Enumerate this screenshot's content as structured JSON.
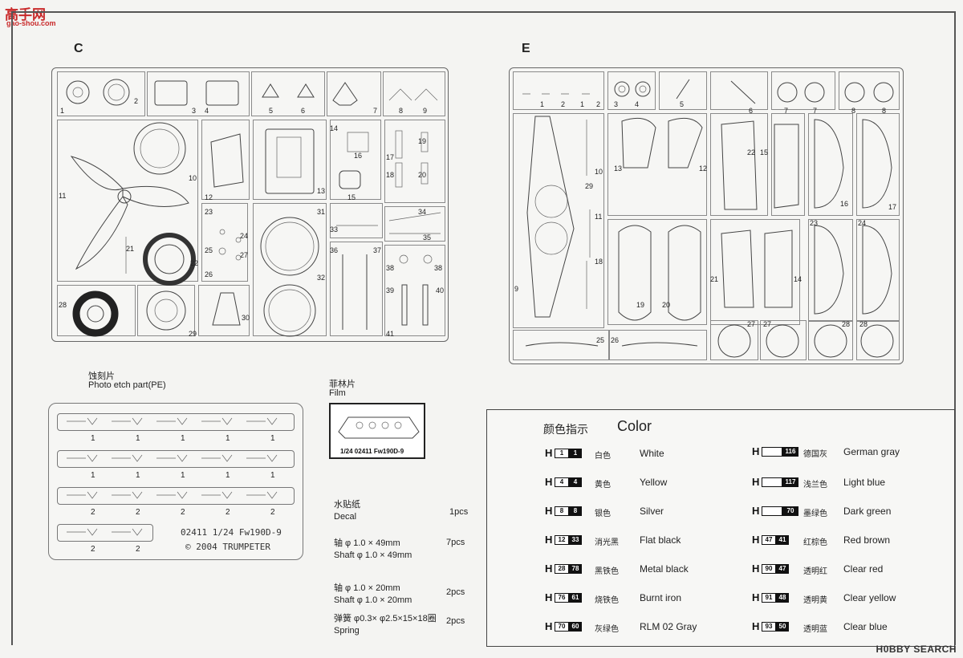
{
  "watermark": {
    "logo": "高手网",
    "url": "gao-shou.com"
  },
  "section_c": {
    "letter": "C",
    "part_numbers": [
      "1",
      "2",
      "3",
      "4",
      "5",
      "6",
      "7",
      "8",
      "9",
      "10",
      "11",
      "12",
      "13",
      "14",
      "15",
      "16",
      "17",
      "18",
      "19",
      "20",
      "21",
      "22",
      "23",
      "24",
      "25",
      "26",
      "27",
      "28",
      "29",
      "30",
      "31",
      "32",
      "33",
      "34",
      "35",
      "36",
      "37",
      "38",
      "38",
      "39",
      "40",
      "41"
    ]
  },
  "section_e": {
    "letter": "E",
    "part_numbers": [
      "1",
      "1",
      "2",
      "2",
      "3",
      "4",
      "5",
      "6",
      "7",
      "7",
      "8",
      "8",
      "9",
      "10",
      "11",
      "12",
      "13",
      "14",
      "15",
      "16",
      "17",
      "18",
      "19",
      "20",
      "21",
      "22",
      "23",
      "24",
      "25",
      "26",
      "27",
      "27",
      "28",
      "28",
      "29"
    ]
  },
  "photo_etch": {
    "title_cn": "蚀刻片",
    "title_en": "Photo etch part(PE)",
    "row_numbers": [
      [
        "1",
        "1",
        "1",
        "1",
        "1"
      ],
      [
        "1",
        "1",
        "1",
        "1",
        "1"
      ],
      [
        "2",
        "2",
        "2",
        "2",
        "2"
      ],
      [
        "2",
        "2"
      ]
    ],
    "stamp_line1": "02411  1/24  Fw190D-9",
    "stamp_line2": "© 2004 TRUMPETER"
  },
  "film": {
    "title_cn": "菲林片",
    "title_en": "Film",
    "label": "1/24   02411   Fw190D-9"
  },
  "accessories": [
    {
      "cn": "水贴纸",
      "en": "Decal",
      "qty": "1pcs"
    },
    {
      "cn": "轴 φ 1.0 × 49mm",
      "en": "Shaft φ 1.0 × 49mm",
      "qty": "7pcs"
    },
    {
      "cn": "轴 φ 1.0 × 20mm",
      "en": "Shaft φ 1.0 × 20mm",
      "qty": "2pcs"
    },
    {
      "cn": "弹簧 φ0.3× φ2.5×15×18圈",
      "en": "Spring",
      "qty": "2pcs"
    }
  ],
  "color": {
    "title_cn": "颜色指示",
    "title_en": "Color",
    "prefix": "H",
    "left": [
      {
        "c1": "1",
        "c2": "1",
        "cn": "白色",
        "en": "White"
      },
      {
        "c1": "4",
        "c2": "4",
        "cn": "黄色",
        "en": "Yellow"
      },
      {
        "c1": "8",
        "c2": "8",
        "cn": "银色",
        "en": "Silver"
      },
      {
        "c1": "12",
        "c2": "33",
        "cn": "消光黑",
        "en": "Flat black"
      },
      {
        "c1": "28",
        "c2": "78",
        "cn": "黑铁色",
        "en": "Metal black"
      },
      {
        "c1": "76",
        "c2": "61",
        "cn": "烧铁色",
        "en": "Burnt iron"
      },
      {
        "c1": "70",
        "c2": "60",
        "cn": "灰绿色",
        "en": "RLM 02 Gray"
      }
    ],
    "right": [
      {
        "c1": "",
        "c2": "116",
        "cn": "德国灰",
        "en": "German gray"
      },
      {
        "c1": "",
        "c2": "117",
        "cn": "浅兰色",
        "en": "Light blue"
      },
      {
        "c1": "",
        "c2": "70",
        "cn": "墨绿色",
        "en": "Dark green"
      },
      {
        "c1": "47",
        "c2": "41",
        "cn": "红棕色",
        "en": "Red brown"
      },
      {
        "c1": "90",
        "c2": "47",
        "cn": "透明红",
        "en": "Clear red"
      },
      {
        "c1": "91",
        "c2": "48",
        "cn": "透明黄",
        "en": "Clear yellow"
      },
      {
        "c1": "93",
        "c2": "50",
        "cn": "透明蓝",
        "en": "Clear blue"
      }
    ]
  },
  "footer": {
    "brand": "H0BBY SEARCH"
  }
}
